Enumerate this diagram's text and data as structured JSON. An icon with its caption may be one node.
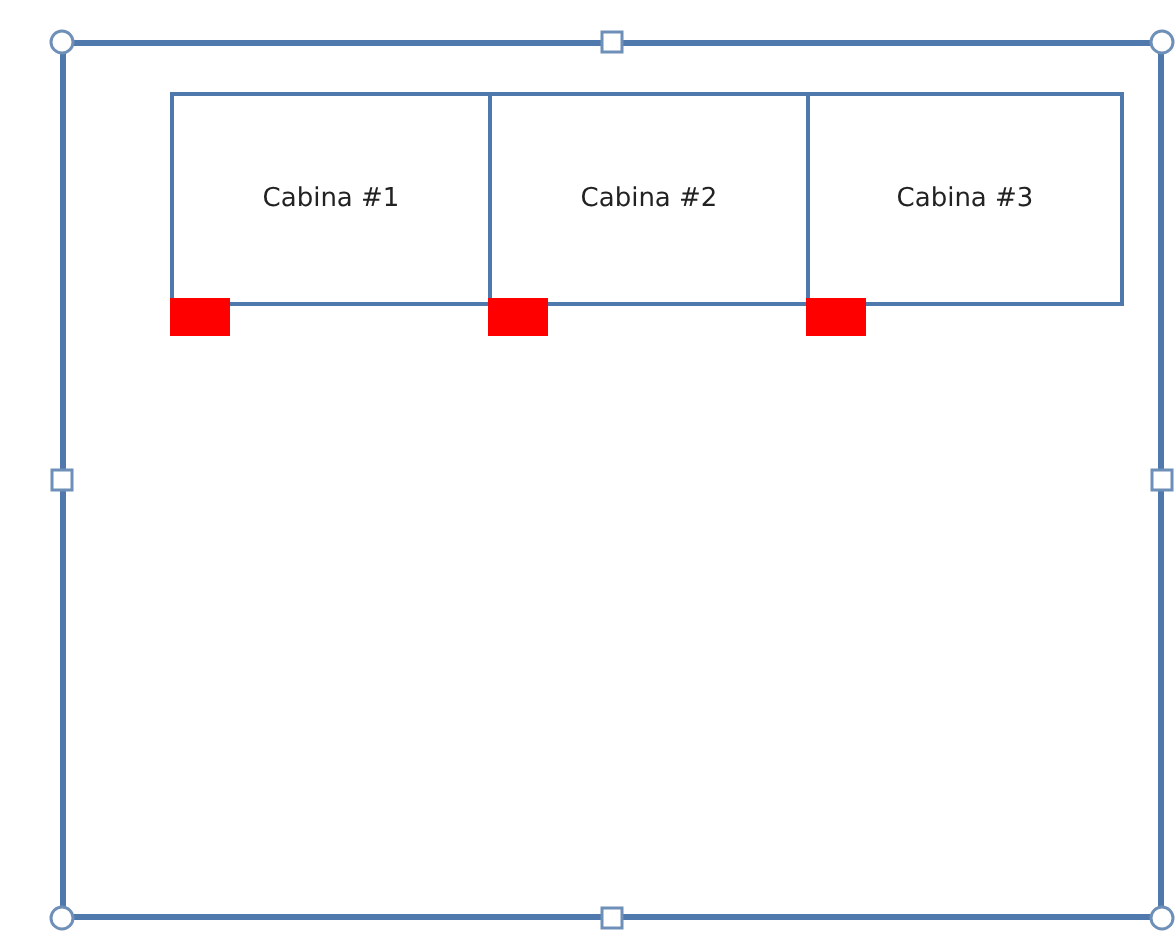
{
  "diagram": {
    "nodes": [
      {
        "text": [],
        "shape": "box"
      },
      {
        "text": [
          "Cabina #1"
        ],
        "in": 0
      },
      {
        "text": [
          "Cabina #2"
        ],
        "in": 0
      },
      {
        "text": [
          "Cabina #3"
        ],
        "in": 0
      }
    ]
  }
}
